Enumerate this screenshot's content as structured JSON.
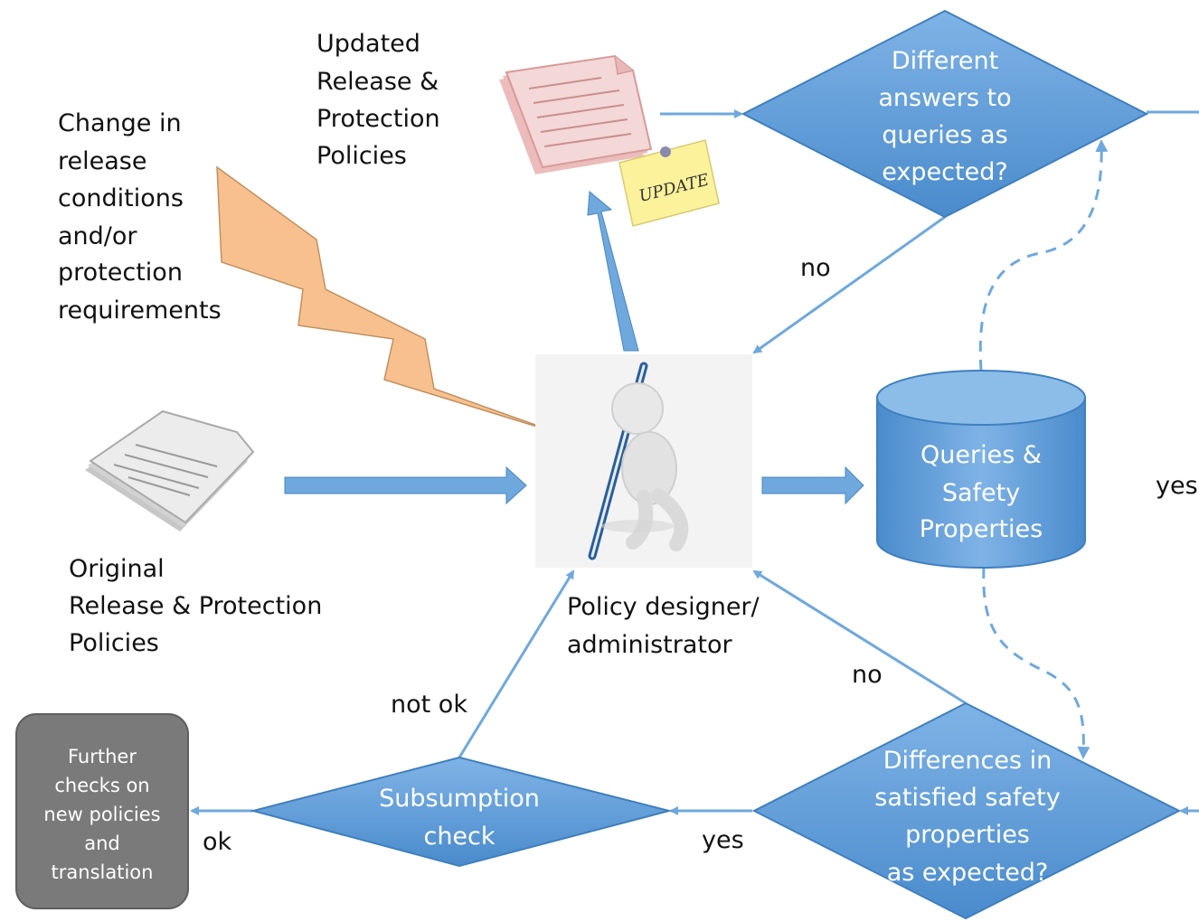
{
  "labels": {
    "updated_policies": [
      "Updated",
      "Release &",
      "Protection",
      "Policies"
    ],
    "change_text": [
      "Change in",
      "release",
      "conditions",
      "and/or",
      "protection",
      "requirements"
    ],
    "original_policies": [
      "Original",
      "Release & Protection",
      "Policies"
    ],
    "designer": [
      "Policy designer/",
      "administrator"
    ],
    "update_note": "UPDATE"
  },
  "nodes": {
    "diamond_top": [
      "Different",
      "answers to",
      "queries as",
      "expected?"
    ],
    "database": [
      "Queries &",
      "Safety",
      "Properties"
    ],
    "diamond_bottom": [
      "Differences in",
      "satisfied safety",
      "properties",
      "as expected?"
    ],
    "subsumption": [
      "Subsumption",
      "check"
    ],
    "further_checks": [
      "Further",
      "checks on",
      "new policies",
      "and",
      "translation"
    ]
  },
  "edges": {
    "no_top": "no",
    "yes_right": "yes",
    "no_bottom": "no",
    "yes_bottom": "yes",
    "not_ok": "not ok",
    "ok": "ok"
  },
  "colors": {
    "blue_fill": "#5b9bd5",
    "arrow_blue": "#6fa8dc",
    "grey_box": "#777777",
    "lightning": "#f9c08f",
    "note_yellow": "#fdf29c",
    "doc_red": "#e8a8a8",
    "doc_grey": "#b8b8b8"
  }
}
